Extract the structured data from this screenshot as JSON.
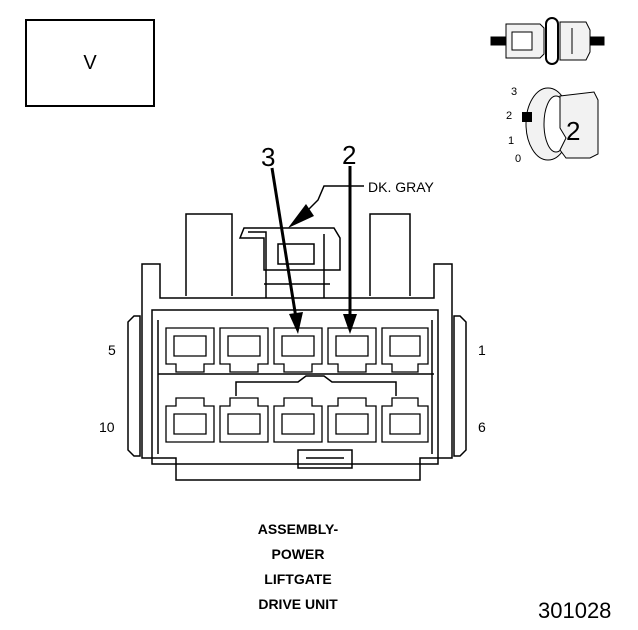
{
  "view_box": {
    "label": "V"
  },
  "callouts": {
    "left": "3",
    "right": "2"
  },
  "wire_color": "DK. GRAY",
  "pin_numbers": {
    "top_left": "5",
    "top_right": "1",
    "bottom_left": "10",
    "bottom_right": "6"
  },
  "key_diagram": {
    "positions": [
      "3",
      "2",
      "1",
      "0"
    ],
    "label": "2"
  },
  "caption_lines": [
    "ASSEMBLY-",
    "POWER",
    "LIFTGATE",
    "DRIVE UNIT"
  ],
  "figure_number": "301028",
  "colors": {
    "line": "#000000",
    "background": "#ffffff",
    "key_fill": "#f2f2f2"
  }
}
